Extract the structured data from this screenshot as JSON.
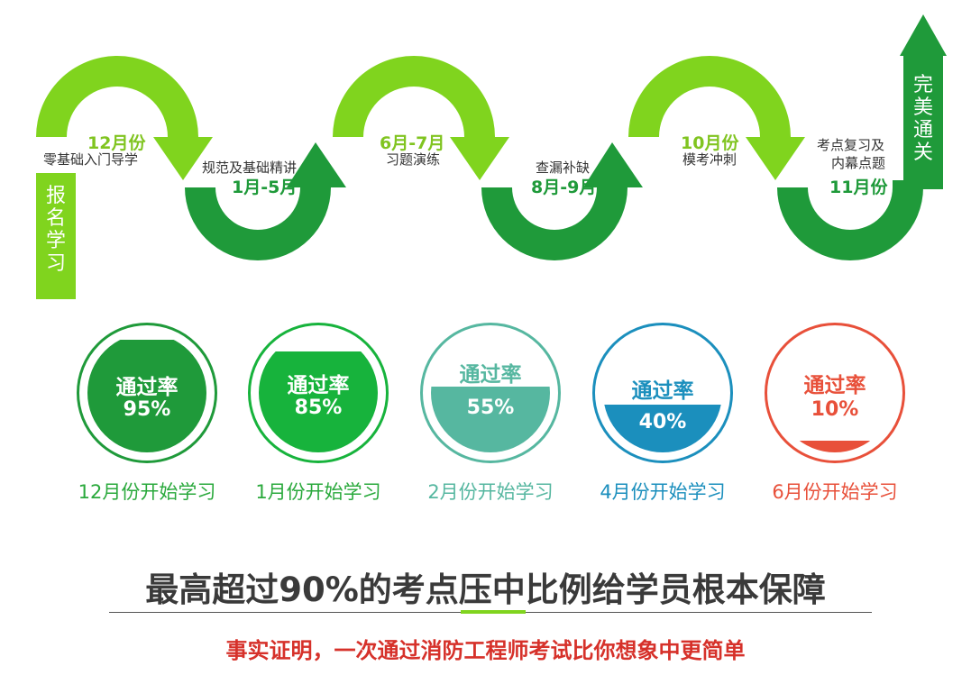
{
  "colors": {
    "light_green": "#80d41e",
    "dark_green": "#1f9a3a",
    "text_green": "#2aa93c",
    "red": "#e8503a"
  },
  "left_bar": {
    "chars": [
      "报",
      "名",
      "学",
      "习"
    ]
  },
  "right_bar": {
    "chars": [
      "完",
      "美",
      "通",
      "关"
    ]
  },
  "timeline": [
    {
      "month": "12月份",
      "desc": "零基础入门导学"
    },
    {
      "month": "1月-5月",
      "desc": "规范及基础精讲"
    },
    {
      "month": "6月-7月",
      "desc": "习题演练"
    },
    {
      "month": "8月-9月",
      "desc": "查漏补缺"
    },
    {
      "month": "10月份",
      "desc": "模考冲刺"
    },
    {
      "month": "11月份",
      "desc_line1": "考点复习及",
      "desc_line2": "内幕点题"
    }
  ],
  "pass_rates": [
    {
      "label": "通过率",
      "value": "95%",
      "fraction": 0.95,
      "start": "12月份开始学习",
      "color": "#1f9a3a"
    },
    {
      "label": "通过率",
      "value": "85%",
      "fraction": 0.85,
      "start": "1月份开始学习",
      "color": "#17b33c"
    },
    {
      "label": "通过率",
      "value": "55%",
      "fraction": 0.55,
      "start": "2月份开始学习",
      "color": "#56b7a0"
    },
    {
      "label": "通过率",
      "value": "40%",
      "fraction": 0.4,
      "start": "4月份开始学习",
      "color": "#1b8fbd"
    },
    {
      "label": "通过率",
      "value": "10%",
      "fraction": 0.1,
      "start": "6月份开始学习",
      "color": "#e8503a"
    }
  ],
  "headline": "最高超过90%的考点压中比例给学员根本保障",
  "subheadline": "事实证明，一次通过消防工程师考试比你想象中更简单"
}
